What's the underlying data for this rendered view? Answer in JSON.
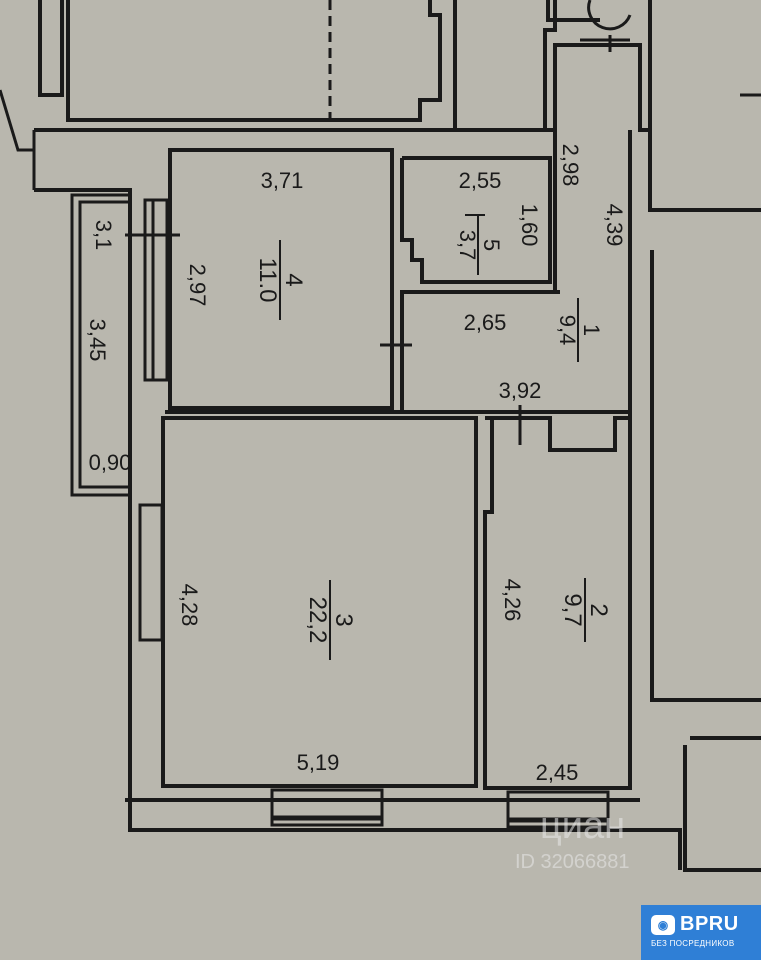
{
  "plan": {
    "rooms": [
      {
        "id": "4",
        "number": "4",
        "area": "11.0"
      },
      {
        "id": "5",
        "number": "5",
        "area": "3,7"
      },
      {
        "id": "1",
        "number": "1",
        "area": "9,4"
      },
      {
        "id": "3",
        "number": "3",
        "area": "22,2"
      },
      {
        "id": "2",
        "number": "2",
        "area": "9,7"
      }
    ],
    "dimensions": {
      "room4_top": "3,71",
      "room4_left": "2,97",
      "room5_top": "2,55",
      "room5_right": "1,60",
      "corridor_top": "2,98",
      "corridor_right": "4,39",
      "hall_width": "2,65",
      "hall_bottom": "3,92",
      "room3_left": "4,28",
      "room3_bottom": "5,19",
      "room2_left": "4,26",
      "room2_bottom": "2,45",
      "balcony_top": "3,1",
      "balcony_length": "3,45",
      "balcony_width": "0,90"
    }
  },
  "watermark": {
    "brand": "циан",
    "id_text": "ID 32066881"
  },
  "badge": {
    "logo": "BPRU",
    "subtitle": "БЕЗ ПОСРЕДНИКОВ",
    "colors": {
      "bg": "#2f7fd6",
      "fg": "#ffffff"
    }
  }
}
